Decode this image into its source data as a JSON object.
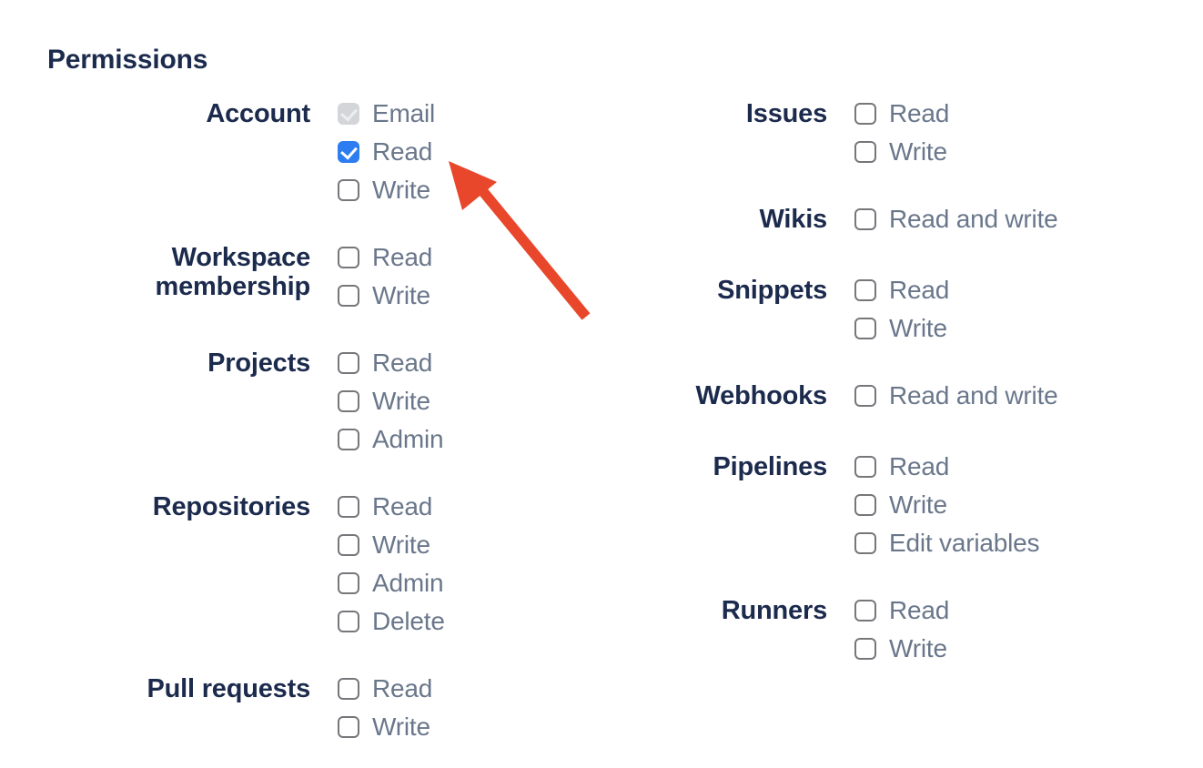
{
  "heading": "Permissions",
  "colors": {
    "heading_text": "#1C2B4D",
    "group_label_text": "#1C2B4D",
    "option_label_text": "#6A778B",
    "checkbox_checked_bg": "#2D7DF1",
    "checkbox_check": "#FFFFFF",
    "checkbox_disabled_bg": "#D3D5D9",
    "checkbox_disabled_check": "#EDEEF0",
    "checkbox_unchecked_border": "#76777B",
    "arrow": "#E8472B"
  },
  "columns": {
    "left": {
      "groups": [
        {
          "label": "Account",
          "options": [
            {
              "label": "Email",
              "state": "disabled-checked"
            },
            {
              "label": "Read",
              "state": "checked"
            },
            {
              "label": "Write",
              "state": "unchecked"
            }
          ]
        },
        {
          "label": "Workspace membership",
          "options": [
            {
              "label": "Read",
              "state": "unchecked"
            },
            {
              "label": "Write",
              "state": "unchecked"
            }
          ]
        },
        {
          "label": "Projects",
          "options": [
            {
              "label": "Read",
              "state": "unchecked"
            },
            {
              "label": "Write",
              "state": "unchecked"
            },
            {
              "label": "Admin",
              "state": "unchecked"
            }
          ]
        },
        {
          "label": "Repositories",
          "options": [
            {
              "label": "Read",
              "state": "unchecked"
            },
            {
              "label": "Write",
              "state": "unchecked"
            },
            {
              "label": "Admin",
              "state": "unchecked"
            },
            {
              "label": "Delete",
              "state": "unchecked"
            }
          ]
        },
        {
          "label": "Pull requests",
          "options": [
            {
              "label": "Read",
              "state": "unchecked"
            },
            {
              "label": "Write",
              "state": "unchecked"
            }
          ]
        }
      ]
    },
    "right": {
      "groups": [
        {
          "label": "Issues",
          "options": [
            {
              "label": "Read",
              "state": "unchecked"
            },
            {
              "label": "Write",
              "state": "unchecked"
            }
          ]
        },
        {
          "label": "Wikis",
          "options": [
            {
              "label": "Read and write",
              "state": "unchecked"
            }
          ]
        },
        {
          "label": "Snippets",
          "options": [
            {
              "label": "Read",
              "state": "unchecked"
            },
            {
              "label": "Write",
              "state": "unchecked"
            }
          ]
        },
        {
          "label": "Webhooks",
          "options": [
            {
              "label": "Read and write",
              "state": "unchecked"
            }
          ]
        },
        {
          "label": "Pipelines",
          "options": [
            {
              "label": "Read",
              "state": "unchecked"
            },
            {
              "label": "Write",
              "state": "unchecked"
            },
            {
              "label": "Edit variables",
              "state": "unchecked"
            }
          ]
        },
        {
          "label": "Runners",
          "options": [
            {
              "label": "Read",
              "state": "unchecked"
            },
            {
              "label": "Write",
              "state": "unchecked"
            }
          ]
        }
      ]
    }
  }
}
